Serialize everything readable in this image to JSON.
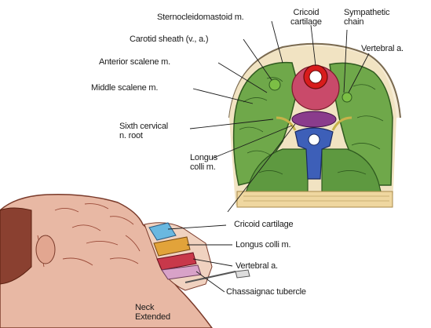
{
  "labels": {
    "sternocleidomastoid": "Sternocleidomastoid m.",
    "cricoid_top": [
      "Cricoid",
      "cartilage"
    ],
    "sympathetic": [
      "Sympathetic",
      "chain"
    ],
    "carotid_sheath": "Carotid sheath (v., a.)",
    "vertebral_top": "Vertebral a.",
    "anterior_scalene": "Anterior scalene m.",
    "middle_scalene": "Middle scalene m.",
    "sixth_cervical": [
      "Sixth cervical",
      "n. root"
    ],
    "longus_top": [
      "Longus",
      "colli m."
    ],
    "cricoid_bottom": "Cricoid cartilage",
    "longus_bottom": "Longus colli m.",
    "vertebral_bottom": "Vertebral a.",
    "chassaignac": "Chassaignac tubercle",
    "neck_extended": [
      "Neck",
      "Extended"
    ]
  }
}
